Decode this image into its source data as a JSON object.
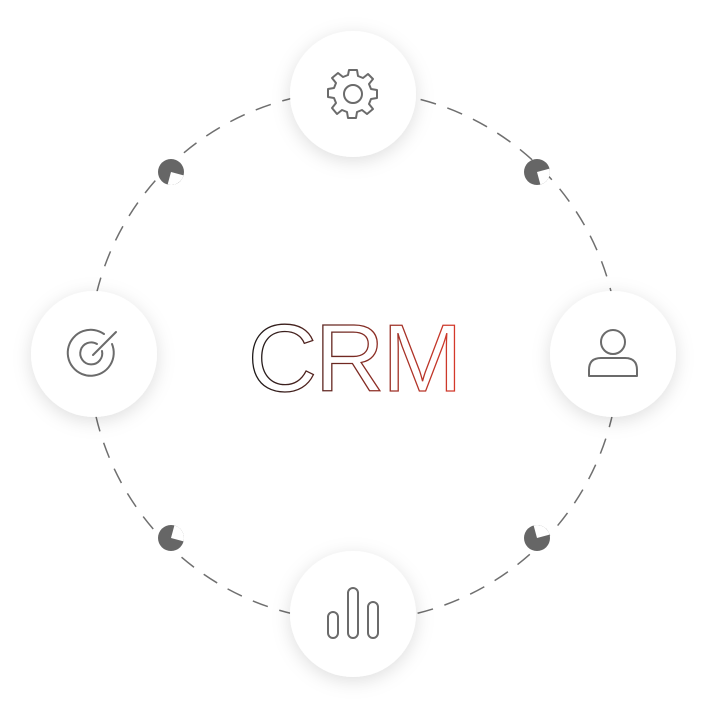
{
  "title": "CRM",
  "nodes": [
    {
      "position": "top",
      "icon": "gear-icon"
    },
    {
      "position": "right",
      "icon": "user-icon"
    },
    {
      "position": "bottom",
      "icon": "bar-chart-icon"
    },
    {
      "position": "left",
      "icon": "target-icon"
    }
  ],
  "connectors": [
    {
      "position": "top-right"
    },
    {
      "position": "bottom-right"
    },
    {
      "position": "bottom-left"
    },
    {
      "position": "top-left"
    }
  ],
  "colors": {
    "title_gradient_start": "#1a1a1a",
    "title_gradient_end": "#d93a2b",
    "icon_stroke": "#6b6b6b",
    "ring_dash": "#6f6f6f",
    "connector_dot": "#666666"
  }
}
